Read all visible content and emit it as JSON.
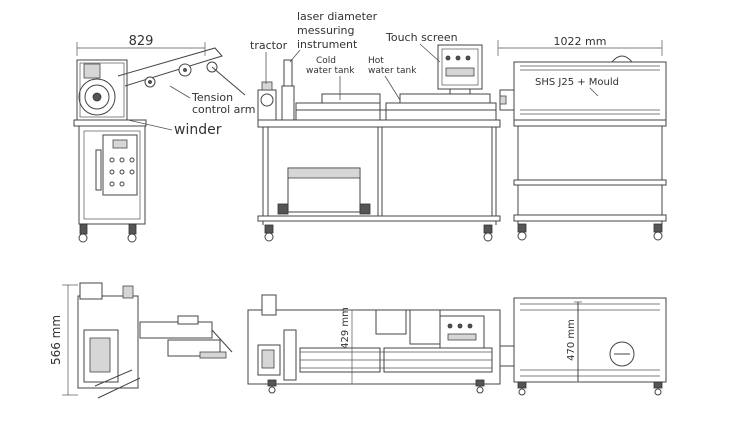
{
  "dimensions": {
    "winder_width": "829",
    "oven_width": "1022 mm",
    "total_depth": "566 mm",
    "water_tank_depth": "429 mm",
    "oven_depth": "470 mm"
  },
  "labels": {
    "laser_line1": "laser diameter",
    "laser_line2": "messuring",
    "laser_line3": "instrument",
    "touch_screen": "Touch screen",
    "tractor": "tractor",
    "cold_tank_line1": "Cold",
    "cold_tank_line2": "water tank",
    "hot_tank_line1": "Hot",
    "hot_tank_line2": "water tank",
    "shs_mould": "SHS J25 + Mould",
    "tension_line1": "Tension",
    "tension_line2": "control arm",
    "winder": "winder"
  }
}
